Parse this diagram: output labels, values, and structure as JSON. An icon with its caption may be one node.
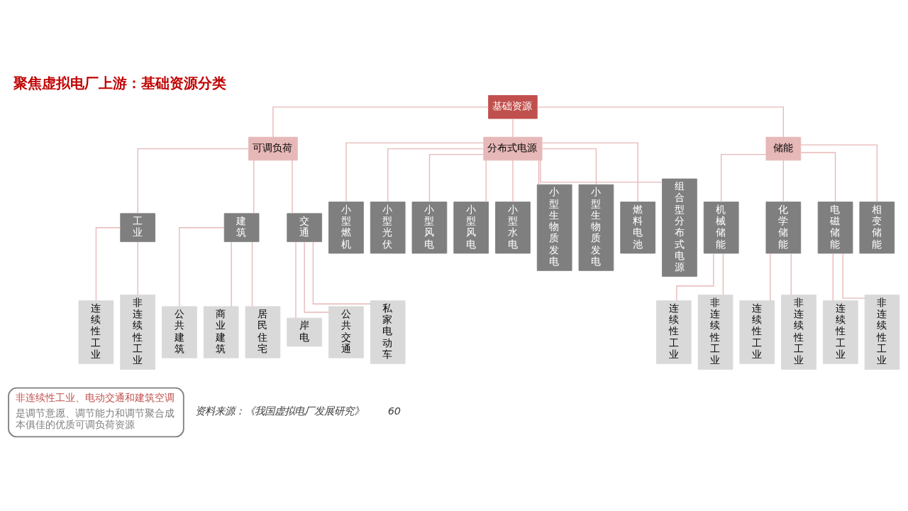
{
  "diagram": {
    "title": "聚焦虚拟电厂上游：基础资源分类",
    "nodes": [
      {
        "text": [
          "基础资源"
        ]
      },
      {
        "text": [
          "可调负荷"
        ]
      },
      {
        "text": [
          "分布式电源"
        ]
      },
      {
        "text": [
          "储能"
        ]
      },
      {
        "text": [
          "工业"
        ]
      },
      {
        "text": [
          "建筑"
        ]
      },
      {
        "text": [
          "交通"
        ]
      },
      {
        "text": [
          "连续性工业"
        ]
      },
      {
        "text": [
          "非连续性工业"
        ]
      },
      {
        "text": [
          "公共建筑"
        ]
      },
      {
        "text": [
          "商业建筑"
        ]
      },
      {
        "text": [
          "居民住宅"
        ]
      },
      {
        "text": [
          "岸电"
        ]
      },
      {
        "text": [
          "公共交通"
        ]
      },
      {
        "text": [
          "私家电动车"
        ]
      },
      {
        "text": [
          "小型燃机"
        ]
      },
      {
        "text": [
          "小型光伏"
        ]
      },
      {
        "text": [
          "小型风电"
        ]
      },
      {
        "text": [
          "小型风电"
        ]
      },
      {
        "text": [
          "小型水电"
        ]
      },
      {
        "text": [
          "小型生物质发电"
        ]
      },
      {
        "text": [
          "小型生物质发电"
        ]
      },
      {
        "text": [
          "燃料电池"
        ]
      },
      {
        "text": [
          "组合型分布式电源"
        ]
      },
      {
        "text": [
          "机械储能"
        ]
      },
      {
        "text": [
          "化学储能"
        ]
      },
      {
        "text": [
          "电磁储能"
        ]
      },
      {
        "text": [
          "相变储能"
        ]
      },
      {
        "text": [
          "连续性工业"
        ]
      },
      {
        "text": [
          "非连续性工业"
        ]
      },
      {
        "text": [
          "连续性工业"
        ]
      },
      {
        "text": [
          "非连续性工业"
        ]
      },
      {
        "text": [
          "连续性工业"
        ]
      },
      {
        "text": [
          "非连续性工业"
        ]
      },
      {
        "text": [
          "非连续性工业、电动交通和建筑空调",
          "是调节意愿、调节能力和调节聚合成本俱佳的优质可调负荷资源"
        ]
      }
    ],
    "edges": [
      {
        "from": 0,
        "to": 1,
        "arrow": "none"
      },
      {
        "from": 0,
        "to": 2,
        "arrow": "none"
      },
      {
        "from": 0,
        "to": 3,
        "arrow": "none"
      },
      {
        "from": 1,
        "to": 4,
        "arrow": "none"
      },
      {
        "from": 1,
        "to": 5,
        "arrow": "none"
      },
      {
        "from": 1,
        "to": 6,
        "arrow": "none"
      },
      {
        "from": 4,
        "to": 7,
        "arrow": "none"
      },
      {
        "from": 4,
        "to": 8,
        "arrow": "none"
      },
      {
        "from": 5,
        "to": 9,
        "arrow": "none"
      },
      {
        "from": 5,
        "to": 10,
        "arrow": "none"
      },
      {
        "from": 5,
        "to": 11,
        "arrow": "none"
      },
      {
        "from": 6,
        "to": 12,
        "arrow": "none"
      },
      {
        "from": 6,
        "to": 13,
        "arrow": "none"
      },
      {
        "from": 6,
        "to": 14,
        "arrow": "none"
      },
      {
        "from": 2,
        "to": 15,
        "arrow": "none"
      },
      {
        "from": 2,
        "to": 16,
        "arrow": "none"
      },
      {
        "from": 2,
        "to": 17,
        "arrow": "none"
      },
      {
        "from": 2,
        "to": 18,
        "arrow": "none"
      },
      {
        "from": 2,
        "to": 19,
        "arrow": "none"
      },
      {
        "from": 2,
        "to": 20,
        "arrow": "none"
      },
      {
        "from": 2,
        "to": 21,
        "arrow": "none"
      },
      {
        "from": 2,
        "to": 22,
        "arrow": "none"
      },
      {
        "from": 2,
        "to": 23,
        "arrow": "none"
      },
      {
        "from": 3,
        "to": 24,
        "arrow": "none"
      },
      {
        "from": 3,
        "to": 25,
        "arrow": "none"
      },
      {
        "from": 3,
        "to": 26,
        "arrow": "none"
      },
      {
        "from": 3,
        "to": 27,
        "arrow": "none"
      },
      {
        "from": 24,
        "to": 28,
        "arrow": "none"
      },
      {
        "from": 24,
        "to": 29,
        "arrow": "none"
      },
      {
        "from": 25,
        "to": 30,
        "arrow": "none"
      },
      {
        "from": 25,
        "to": 31,
        "arrow": "none"
      },
      {
        "from": 26,
        "to": 32,
        "arrow": "none"
      },
      {
        "from": 26,
        "to": 33,
        "arrow": "none"
      }
    ],
    "labels": [
      "资料来源：《我国虚拟电厂发展研究》",
      "60"
    ]
  }
}
